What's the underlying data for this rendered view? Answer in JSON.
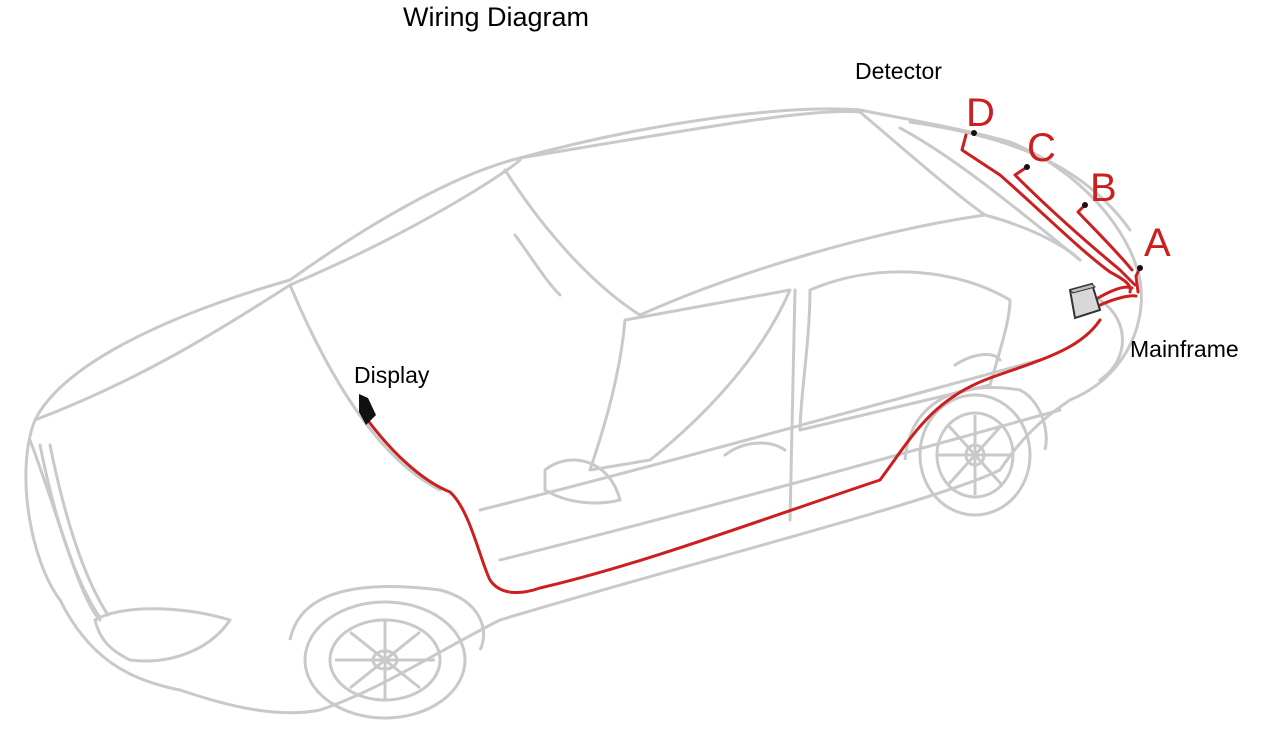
{
  "title": "Wiring Diagram",
  "labels": {
    "detector": "Detector",
    "display": "Display",
    "mainframe": "Mainframe"
  },
  "sensors": [
    "D",
    "C",
    "B",
    "A"
  ],
  "colors": {
    "car_outline": "#c9c9c9",
    "wire": "#cc1f1f",
    "text": "#000000",
    "display_unit": "#111111",
    "mainframe_unit": "#d8d8d8"
  }
}
